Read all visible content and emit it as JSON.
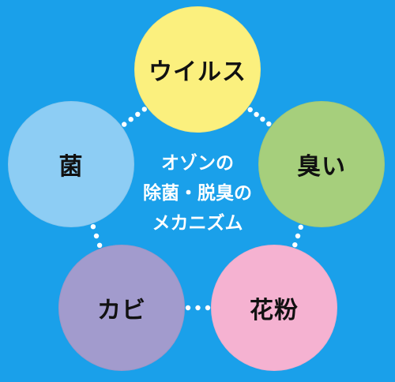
{
  "colors": {
    "background": "#1aa0ea",
    "connector_dots": "#ffffff",
    "center_text": "#ffffff"
  },
  "nodes": [
    {
      "id": "virus",
      "label": "ウイルス",
      "color": "#fbf07e"
    },
    {
      "id": "odor",
      "label": "臭い",
      "color": "#a6cf7c"
    },
    {
      "id": "pollen",
      "label": "花粉",
      "color": "#f5b2d1"
    },
    {
      "id": "mold",
      "label": "カビ",
      "color": "#a29bcd"
    },
    {
      "id": "bacteria",
      "label": "菌",
      "color": "#8dcdf4"
    }
  ],
  "center": {
    "lines": [
      "オゾンの",
      "除菌・脱臭の",
      "メカニズム"
    ]
  }
}
